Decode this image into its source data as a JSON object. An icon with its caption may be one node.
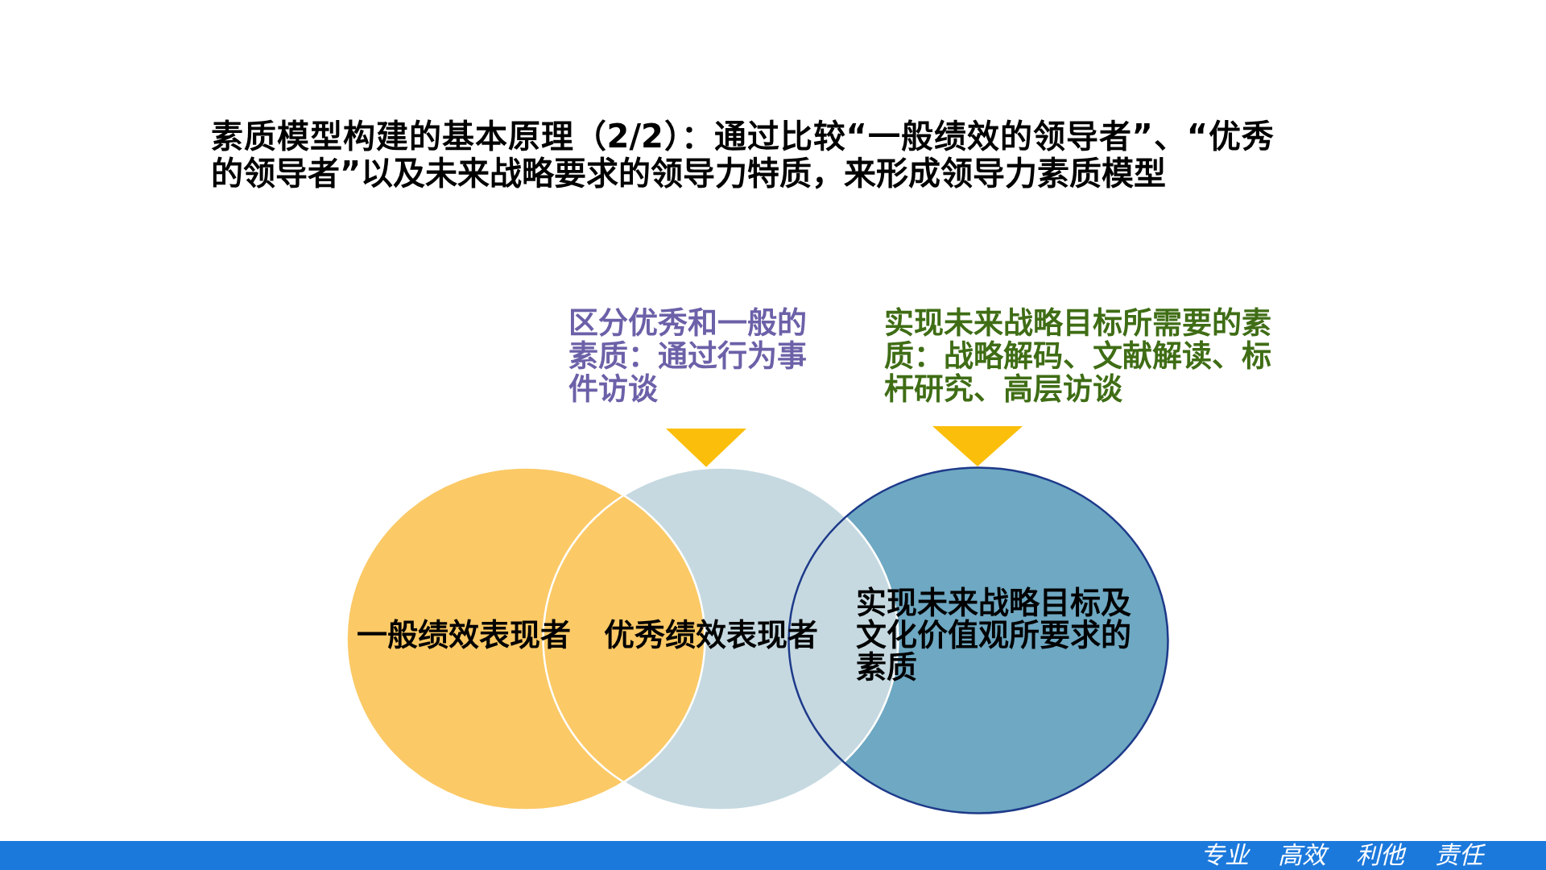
{
  "diagram": {
    "title": "素质模型构建的基本原理（2/2）：通过比较“一般绩效的领导者”、“优秀的领导者”以及未来战略要求的领导力特质，来形成领导力素质模型",
    "nodes": [
      {
        "text": [
          "区分优秀和一般的素质：通过行为事件访谈"
        ]
      },
      {
        "text": [
          "实现未来战略目标所需要的素质：战略解码、文献解读、标杆研究、高层访谈"
        ]
      },
      {
        "text": [
          "一般绩效表现者"
        ]
      },
      {
        "text": [
          "优秀绩效表现者"
        ]
      },
      {
        "text": [
          "实现未来战略目标及文化价值观所要求的素质"
        ]
      }
    ],
    "edges": [
      {
        "from": 0,
        "to": 3,
        "arrow": "to"
      },
      {
        "from": 1,
        "to": 4,
        "arrow": "to"
      }
    ],
    "labels": [
      "专业",
      "高效",
      "利他",
      "责任"
    ]
  }
}
